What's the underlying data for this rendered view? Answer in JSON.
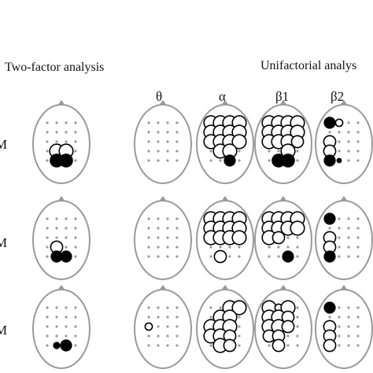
{
  "figure": {
    "headings": {
      "two_factor": "Two-factor analysis",
      "unifactorial": "Unifactorial analys"
    },
    "bands": [
      "θ",
      "α",
      "β1",
      "β2"
    ],
    "row_labels": [
      "M",
      "M",
      "M"
    ],
    "colors": {
      "head_outline": "#9a9a9a",
      "electrode_dot": "#9a9a9a",
      "open_marker_stroke": "#000000",
      "filled_marker": "#000000"
    },
    "electrode_grid": {
      "columns": 4,
      "rows": 5
    },
    "marker_legend": {
      "open": "open circle",
      "filled": "filled circle"
    },
    "panels": [
      {
        "row": 1,
        "column": "two-factor",
        "markers": [
          [
            1,
            3,
            "open",
            "large"
          ],
          [
            2,
            3,
            "open",
            "large"
          ],
          [
            1,
            4,
            "filled",
            "large"
          ],
          [
            2,
            4,
            "filled",
            "large"
          ]
        ]
      },
      {
        "row": 1,
        "column": "θ",
        "markers": []
      },
      {
        "row": 1,
        "column": "α",
        "markers": [
          [
            0,
            0,
            "open",
            "large"
          ],
          [
            1,
            0,
            "open",
            "large"
          ],
          [
            2,
            0,
            "open",
            "large"
          ],
          [
            3,
            0,
            "open",
            "large"
          ],
          [
            0,
            1,
            "open",
            "large"
          ],
          [
            1,
            1,
            "open",
            "large"
          ],
          [
            2,
            1,
            "open",
            "large"
          ],
          [
            3,
            1,
            "open",
            "large"
          ],
          [
            0,
            2,
            "open",
            "large"
          ],
          [
            1,
            2,
            "open",
            "large"
          ],
          [
            2,
            2,
            "open",
            "large"
          ],
          [
            3,
            2,
            "open",
            "large"
          ],
          [
            1,
            3,
            "open",
            "large"
          ],
          [
            2,
            3,
            "open",
            "large"
          ],
          [
            2,
            4,
            "filled",
            "medium"
          ]
        ]
      },
      {
        "row": 1,
        "column": "β1",
        "markers": [
          [
            0,
            0,
            "open",
            "large"
          ],
          [
            1,
            0,
            "open",
            "large"
          ],
          [
            2,
            0,
            "open",
            "large"
          ],
          [
            3,
            0,
            "open",
            "large"
          ],
          [
            0,
            1,
            "open",
            "large"
          ],
          [
            1,
            1,
            "open",
            "large"
          ],
          [
            2,
            1,
            "open",
            "large"
          ],
          [
            3,
            1,
            "open",
            "large"
          ],
          [
            0,
            2,
            "open",
            "large"
          ],
          [
            1,
            2,
            "open",
            "large"
          ],
          [
            2,
            2,
            "open",
            "large"
          ],
          [
            3,
            2,
            "open",
            "medium"
          ],
          [
            2,
            3,
            "open",
            "large"
          ],
          [
            1,
            4,
            "filled",
            "large"
          ],
          [
            2,
            4,
            "filled",
            "large"
          ]
        ]
      },
      {
        "row": 1,
        "column": "β2",
        "markers": [
          [
            0,
            0,
            "filled",
            "medium"
          ],
          [
            1,
            0,
            "open",
            "small"
          ],
          [
            0,
            2,
            "open",
            "medium"
          ],
          [
            0,
            3,
            "open",
            "medium"
          ],
          [
            0,
            4,
            "filled",
            "medium"
          ],
          [
            1,
            4,
            "filled",
            "tiny"
          ]
        ]
      },
      {
        "row": 2,
        "column": "two-factor",
        "markers": [
          [
            1,
            3,
            "open",
            "medium"
          ],
          [
            1,
            4,
            "filled",
            "medium"
          ],
          [
            2,
            4,
            "filled",
            "medium"
          ]
        ]
      },
      {
        "row": 2,
        "column": "θ",
        "markers": []
      },
      {
        "row": 2,
        "column": "α",
        "markers": [
          [
            0,
            0,
            "open",
            "large"
          ],
          [
            1,
            0,
            "open",
            "large"
          ],
          [
            2,
            0,
            "open",
            "large"
          ],
          [
            3,
            0,
            "open",
            "large"
          ],
          [
            0,
            1,
            "open",
            "large"
          ],
          [
            1,
            1,
            "open",
            "large"
          ],
          [
            2,
            1,
            "open",
            "large"
          ],
          [
            3,
            1,
            "open",
            "large"
          ],
          [
            0,
            2,
            "open",
            "large"
          ],
          [
            1,
            2,
            "open",
            "large"
          ],
          [
            2,
            2,
            "open",
            "large"
          ],
          [
            3,
            2,
            "open",
            "large"
          ],
          [
            1,
            4,
            "open",
            "medium"
          ]
        ]
      },
      {
        "row": 2,
        "column": "β1",
        "markers": [
          [
            0,
            0,
            "open",
            "large"
          ],
          [
            1,
            0,
            "open",
            "large"
          ],
          [
            2,
            0,
            "open",
            "large"
          ],
          [
            3,
            0,
            "open",
            "large"
          ],
          [
            0,
            1,
            "open",
            "large"
          ],
          [
            1,
            1,
            "open",
            "large"
          ],
          [
            2,
            1,
            "open",
            "large"
          ],
          [
            3,
            1,
            "open",
            "large"
          ],
          [
            0,
            2,
            "open",
            "large"
          ],
          [
            1,
            2,
            "open",
            "medium"
          ],
          [
            2,
            4,
            "filled",
            "medium"
          ]
        ]
      },
      {
        "row": 2,
        "column": "β2",
        "markers": [
          [
            0,
            0,
            "filled",
            "medium"
          ],
          [
            0,
            2,
            "open",
            "medium"
          ],
          [
            0,
            3,
            "open",
            "medium"
          ],
          [
            0,
            4,
            "filled",
            "medium"
          ]
        ]
      },
      {
        "row": 3,
        "column": "two-factor",
        "markers": [
          [
            1,
            4,
            "filled",
            "small"
          ],
          [
            2,
            4,
            "filled",
            "medium"
          ]
        ]
      },
      {
        "row": 3,
        "column": "θ",
        "markers": [
          [
            0,
            2,
            "open",
            "small"
          ]
        ]
      },
      {
        "row": 3,
        "column": "α",
        "markers": [
          [
            2,
            0,
            "open",
            "large"
          ],
          [
            3,
            0,
            "open",
            "large"
          ],
          [
            1,
            1,
            "open",
            "large"
          ],
          [
            2,
            1,
            "open",
            "large"
          ],
          [
            0,
            2,
            "open",
            "large"
          ],
          [
            1,
            2,
            "open",
            "large"
          ],
          [
            2,
            2,
            "open",
            "large"
          ],
          [
            0,
            3,
            "open",
            "large"
          ],
          [
            1,
            3,
            "open",
            "large"
          ],
          [
            2,
            3,
            "open",
            "medium"
          ],
          [
            1,
            4,
            "open",
            "large"
          ],
          [
            2,
            4,
            "open",
            "medium"
          ]
        ]
      },
      {
        "row": 3,
        "column": "β1",
        "markers": [
          [
            0,
            0,
            "open",
            "large"
          ],
          [
            1,
            0,
            "open",
            "small"
          ],
          [
            2,
            0,
            "open",
            "large"
          ],
          [
            0,
            1,
            "open",
            "large"
          ],
          [
            1,
            1,
            "open",
            "large"
          ],
          [
            2,
            1,
            "open",
            "medium"
          ],
          [
            0,
            2,
            "open",
            "large"
          ],
          [
            1,
            2,
            "open",
            "large"
          ],
          [
            2,
            2,
            "open",
            "medium"
          ],
          [
            0,
            3,
            "open",
            "medium"
          ],
          [
            1,
            3,
            "open",
            "medium"
          ],
          [
            1,
            4,
            "open",
            "medium"
          ]
        ]
      },
      {
        "row": 3,
        "column": "β2",
        "markers": [
          [
            0,
            0,
            "filled",
            "medium"
          ],
          [
            0,
            2,
            "open",
            "medium"
          ],
          [
            0,
            3,
            "open",
            "medium"
          ],
          [
            0,
            4,
            "open",
            "medium"
          ]
        ]
      }
    ]
  }
}
